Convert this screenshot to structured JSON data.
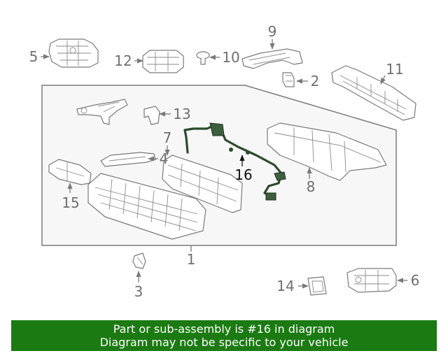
{
  "diagram": {
    "callouts": [
      "5",
      "12",
      "10",
      "9",
      "2",
      "11",
      "13",
      "7",
      "4",
      "16",
      "8",
      "15",
      "1",
      "3",
      "14",
      "6"
    ],
    "highlighted_callout": "16",
    "colors": {
      "background": "#ffffff",
      "box_fill": "#f7f7f7",
      "line": "#7a7a7a",
      "harness": "#2e4a2e",
      "banner": "#1b7a12",
      "banner_text": "#ffffff"
    }
  },
  "banner": {
    "line1": "Part or sub-assembly is #16 in diagram",
    "line2": "Diagram may not be specific to your vehicle"
  }
}
